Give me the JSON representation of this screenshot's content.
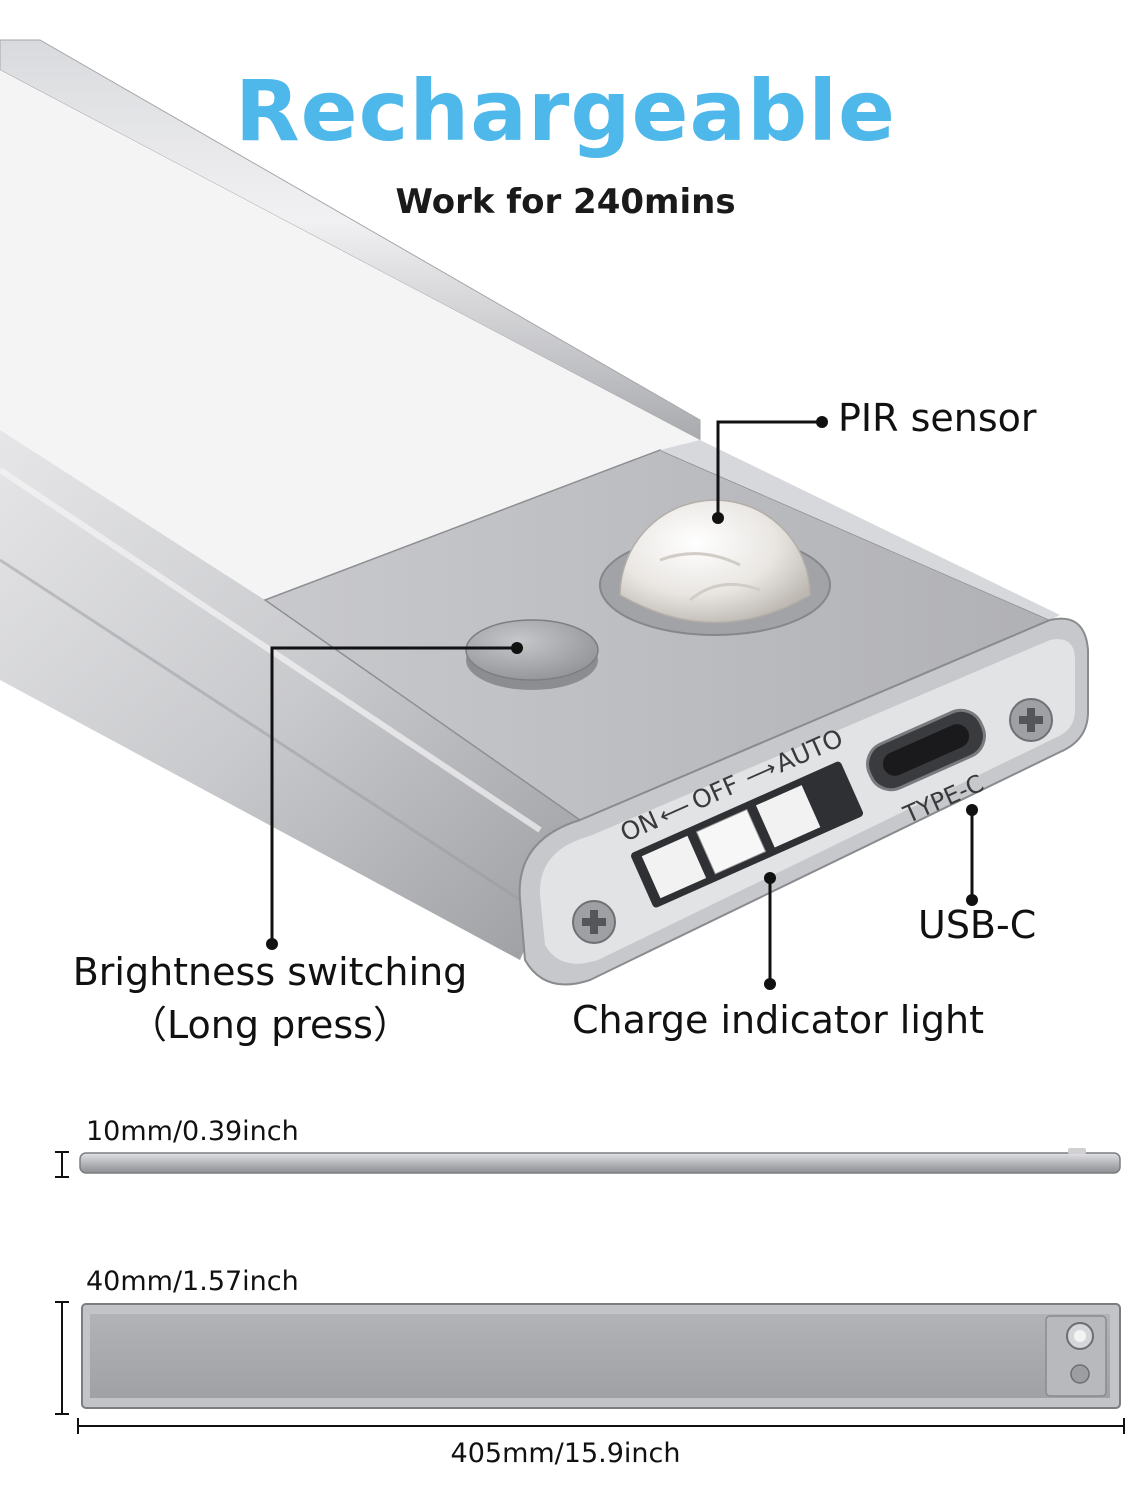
{
  "header": {
    "title": "Rechargeable",
    "subtitle": "Work for 240mins",
    "title_color": "#4fb8ea"
  },
  "product_labels": {
    "switch_on": "ON",
    "switch_off": "OFF",
    "switch_auto": "AUTO",
    "port_label": "TYPE-C"
  },
  "callouts": {
    "pir_sensor": "PIR sensor",
    "brightness_line1": "Brightness switching",
    "brightness_line2": "（Long press）",
    "usb_c": "USB-C",
    "charge_indicator": "Charge indicator light"
  },
  "dimensions": {
    "thickness": "10mm/0.39inch",
    "width": "40mm/1.57inch",
    "length": "405mm/15.9inch"
  },
  "colors": {
    "aluminum": "#b7b8bc",
    "panel": "#eeeeee",
    "leader_line": "#111111"
  }
}
